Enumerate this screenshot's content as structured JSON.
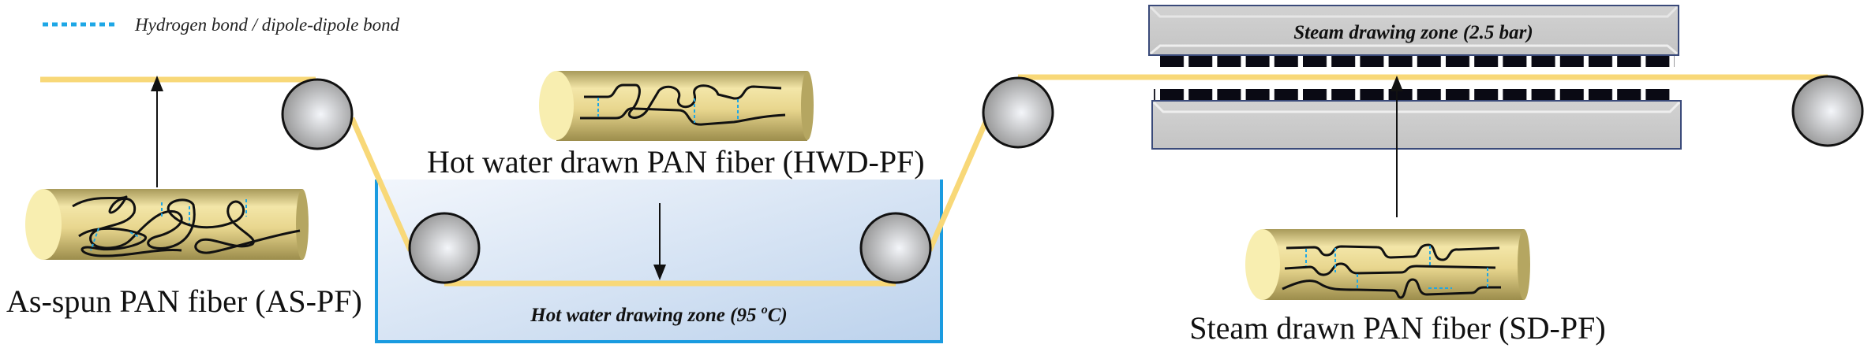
{
  "legend": {
    "text": "Hydrogen bond / dipole-dipole bond",
    "bond_color": "#1ea7e6"
  },
  "fibers": {
    "as_spun": "As-spun PAN fiber (AS-PF)",
    "hot_water": "Hot water drawn PAN fiber (HWD-PF)",
    "steam": "Steam drawn PAN fiber (SD-PF)"
  },
  "zones": {
    "hot_water": {
      "pre": "Hot water drawing zone (95 ",
      "sup": "o",
      "post": "C)"
    },
    "steam": "Steam drawing zone (2.5 bar)"
  },
  "colors": {
    "fiber": "#f8d878",
    "tank_border": "#1a9be0",
    "roller": "#b8b8b8"
  }
}
